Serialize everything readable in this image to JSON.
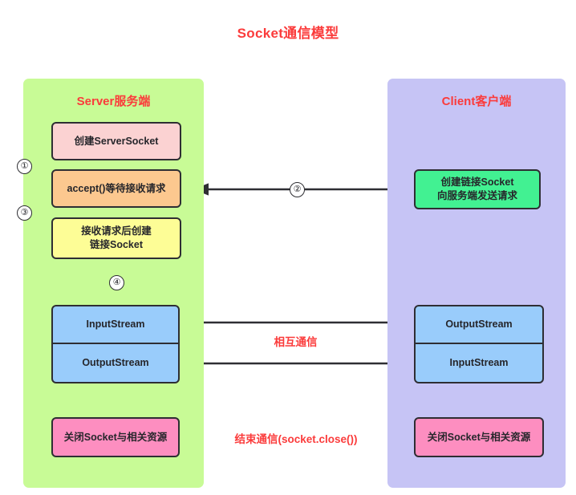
{
  "title": "Socket通信模型",
  "panels": {
    "server": {
      "title": "Server服务端",
      "color": "#c8fb96",
      "boxes": [
        {
          "name": "create-serversocket",
          "label": "创建ServerSocket",
          "color": "#fbd2d2"
        },
        {
          "name": "accept-wait",
          "label": "accept()等待接收请求",
          "color": "#fcc88f"
        },
        {
          "name": "create-link-socket",
          "label": "接收请求后创建\n链接Socket",
          "line1": "接收请求后创建",
          "line2": "链接Socket",
          "color": "#fdfd96"
        },
        {
          "name": "input-stream",
          "label": "InputStream",
          "color": "#99ccfb"
        },
        {
          "name": "output-stream",
          "label": "OutputStream",
          "color": "#99ccfb"
        },
        {
          "name": "close-socket",
          "label": "关闭Socket与相关资源",
          "color": "#fd8ec0"
        }
      ]
    },
    "client": {
      "title": "Client客户端",
      "color": "#c6c4f5",
      "boxes": [
        {
          "name": "create-socket",
          "label": "创建链接Socket\n向服务端发送请求",
          "line1": "创建链接Socket",
          "line2": "向服务端发送请求",
          "color": "#42f192"
        },
        {
          "name": "output-stream",
          "label": "OutputStream",
          "color": "#99ccfb"
        },
        {
          "name": "input-stream",
          "label": "InputStream",
          "color": "#99ccfb"
        },
        {
          "name": "close-socket",
          "label": "关闭Socket与相关资源",
          "color": "#fd8ec0"
        }
      ]
    }
  },
  "middle_labels": {
    "mutual_communication": "相互通信",
    "end_communication": "结束通信(socket.close())"
  },
  "step_markers": {
    "one": "①",
    "two": "②",
    "three": "③",
    "four": "④"
  },
  "colors": {
    "title_red": "#fb3b3b",
    "stroke": "#2e2e33",
    "server_panel": "#c8fb96",
    "client_panel": "#c6c4f5",
    "stream_blue": "#99ccfb"
  }
}
